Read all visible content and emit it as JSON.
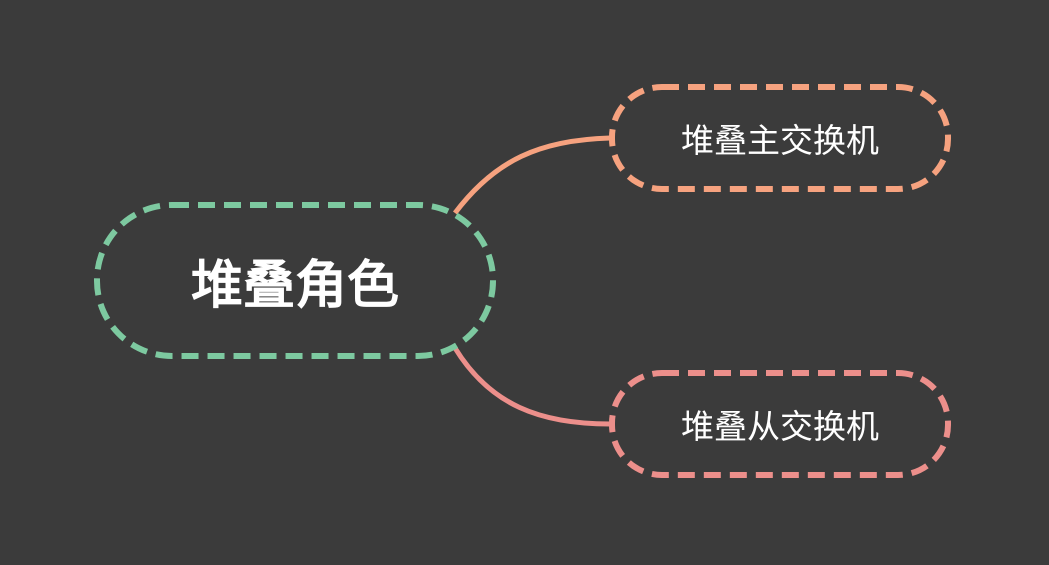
{
  "root": {
    "label": "堆叠角色",
    "color": "#7dc9a0"
  },
  "children": [
    {
      "label": "堆叠主交换机",
      "color": "#f6a27f"
    },
    {
      "label": "堆叠从交换机",
      "color": "#ec8f8b"
    }
  ],
  "background": "#3b3b3b"
}
